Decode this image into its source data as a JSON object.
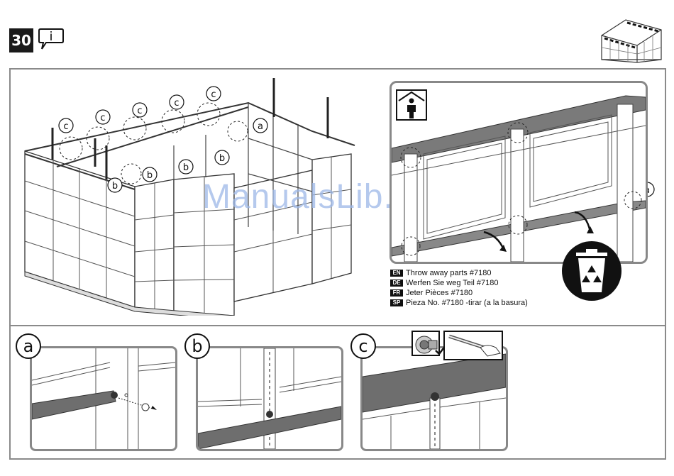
{
  "step": {
    "number": "30"
  },
  "info_icon": {
    "glyph": "i"
  },
  "callouts": {
    "a": "a",
    "b": "b",
    "c": "c"
  },
  "watermark": "ManualsLib.de",
  "instructions": [
    {
      "code": "EN",
      "text": "Throw away parts #7180"
    },
    {
      "code": "DE",
      "text": "Werfen Sie weg Teil #7180"
    },
    {
      "code": "FR",
      "text": "Jeter Pièces #7180"
    },
    {
      "code": "SP",
      "text": "Pieza No. #7180 -tirar (a la basura)"
    }
  ],
  "details": [
    {
      "label": "a"
    },
    {
      "label": "b"
    },
    {
      "label": "c"
    }
  ],
  "colors": {
    "frame": "#8a8a8a",
    "bar": "#6e6e6e",
    "watermark": "#9db8e8"
  }
}
